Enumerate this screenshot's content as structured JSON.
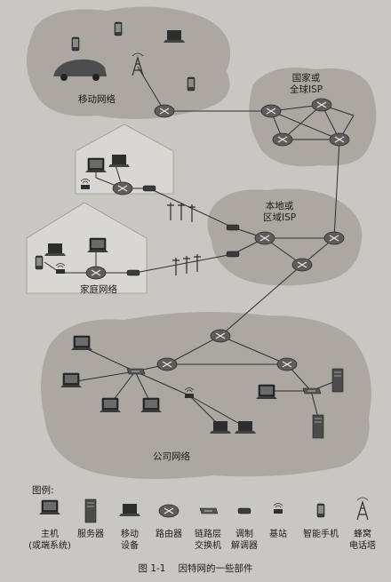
{
  "regions": {
    "mobile_network": "移动网络",
    "global_isp": [
      "国家或",
      "全球ISP"
    ],
    "local_isp": [
      "本地或",
      "区域ISP"
    ],
    "home_network": "家庭网络",
    "enterprise_network": "公司网络"
  },
  "legend": {
    "title": "图例:",
    "items": [
      {
        "name": "host",
        "icon": "host-icon",
        "lines": [
          "主机",
          "(或端系统)"
        ]
      },
      {
        "name": "server",
        "icon": "server-icon",
        "lines": [
          "服务器"
        ]
      },
      {
        "name": "mobile",
        "icon": "mobile-device-icon",
        "lines": [
          "移动",
          "设备"
        ]
      },
      {
        "name": "router",
        "icon": "router-icon",
        "lines": [
          "路由器"
        ]
      },
      {
        "name": "switch",
        "icon": "link-layer-switch-icon",
        "lines": [
          "链路层",
          "交换机"
        ]
      },
      {
        "name": "modem",
        "icon": "modem-icon",
        "lines": [
          "调制",
          "解调器"
        ]
      },
      {
        "name": "basestation",
        "icon": "base-station-icon",
        "lines": [
          "基站"
        ]
      },
      {
        "name": "smartphone",
        "icon": "smartphone-icon",
        "lines": [
          "智能手机"
        ]
      },
      {
        "name": "tower",
        "icon": "cell-tower-icon",
        "lines": [
          "蜂窝",
          "电话塔"
        ]
      }
    ]
  },
  "caption": {
    "figure_no": "图 1-1",
    "text": "因特网的一些部件"
  },
  "colors": {
    "background": "#c9c7c1",
    "cloud": "#aaa8a1",
    "house": "#d9d7d1",
    "router": "#5f5d5a",
    "link": "#2e2e2e"
  }
}
